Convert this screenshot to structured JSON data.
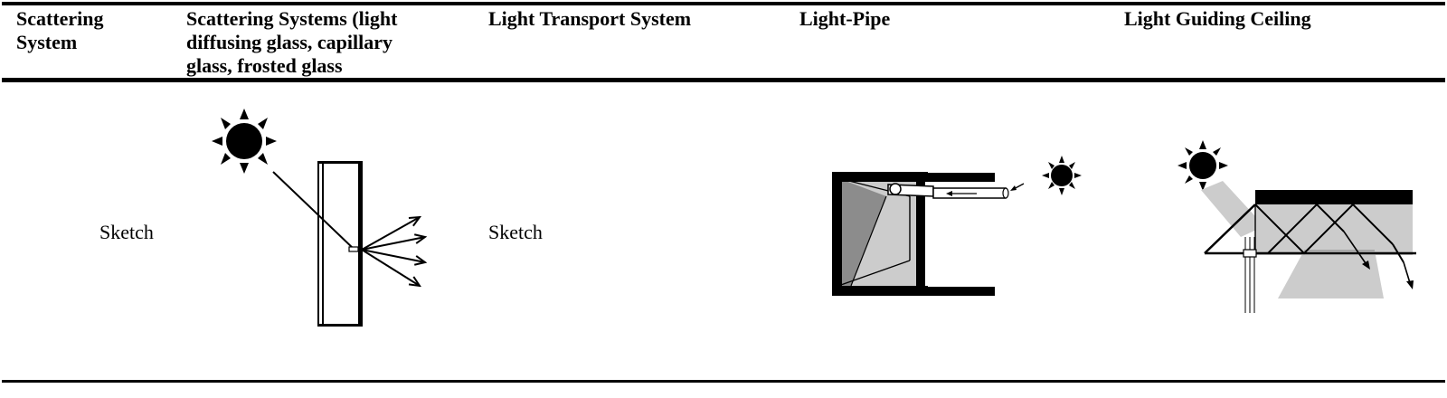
{
  "header": {
    "col1": "Scattering System",
    "col2": "Scattering Systems (light diffusing glass, capillary glass, frosted glass",
    "col3": "Light Transport System",
    "col4": "Light-Pipe",
    "col5": "Light Guiding Ceiling"
  },
  "row": {
    "col1": "Sketch",
    "col3": "Sketch"
  },
  "colors": {
    "ink": "#000000",
    "light_gray": "#cccccc",
    "mid_gray": "#a6a6a6",
    "dark_gray": "#8c8c8c"
  },
  "icons": [
    "sun-icon",
    "arrow-icon",
    "glass-pane-icon",
    "light-pipe-room-icon",
    "light-guiding-ceiling-icon"
  ]
}
